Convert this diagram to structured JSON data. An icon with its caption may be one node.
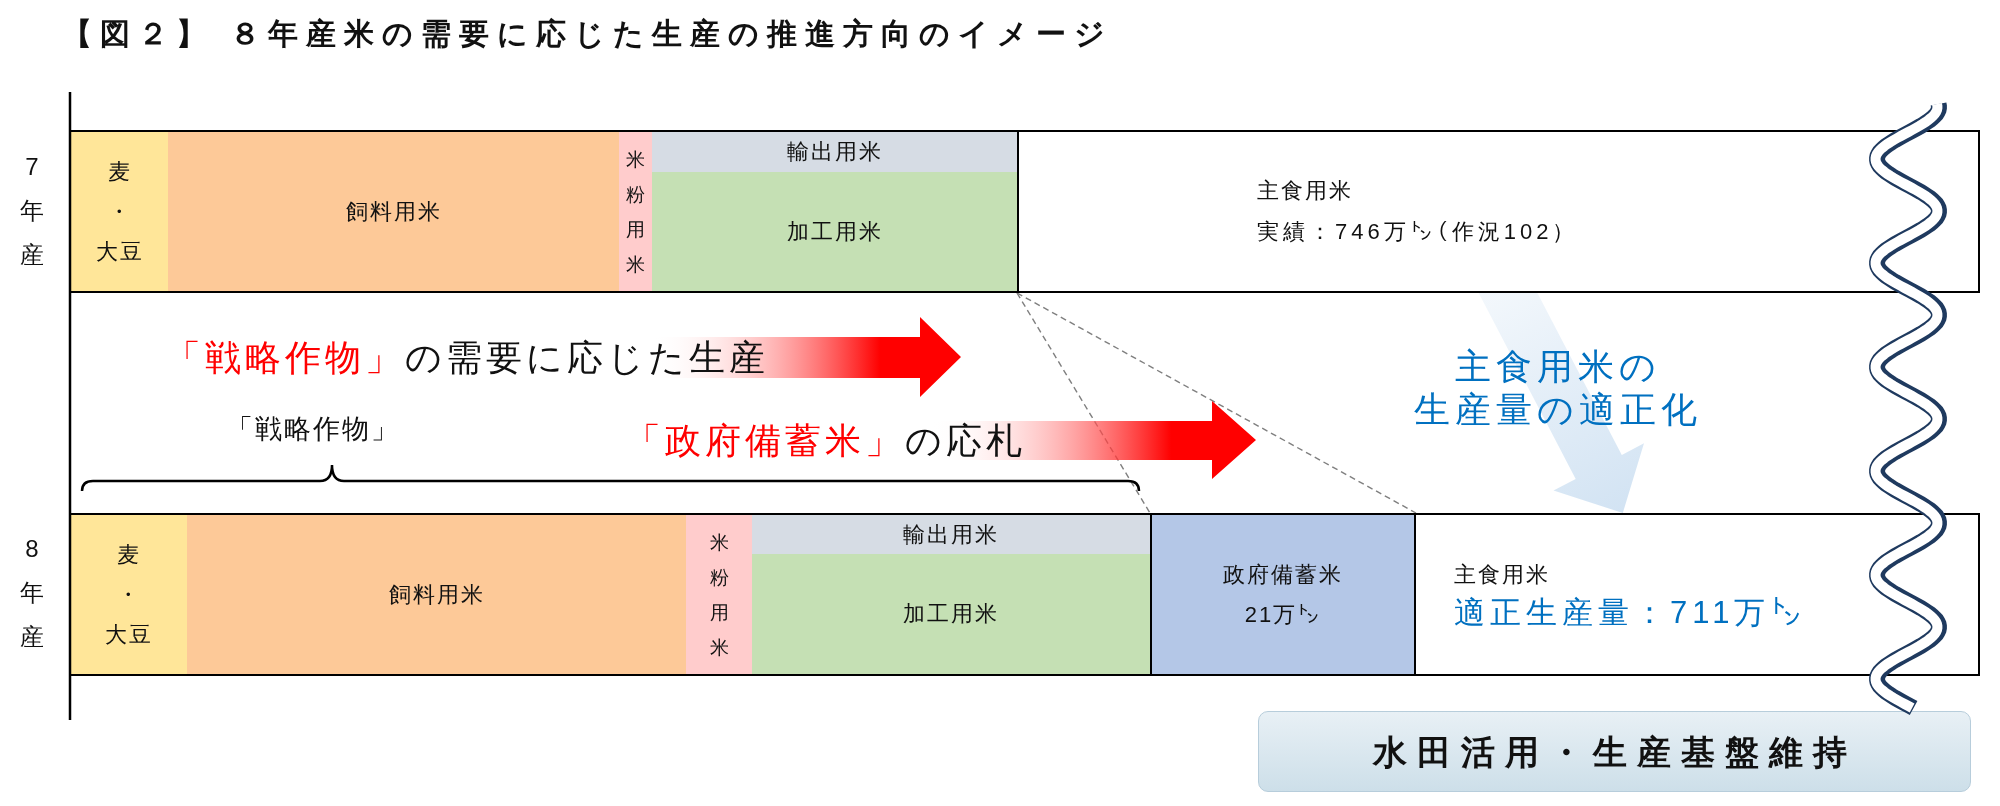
{
  "diagram": {
    "title": "【図２】 ８年産米の需要に応じた生産の推進方向のイメージ",
    "nodes": [
      {
        "text": [],
        "shape": "box",
        "beside": [
          "7年産"
        ]
      },
      {
        "text": [
          "麦・大豆"
        ],
        "in": 0
      },
      {
        "text": [
          "飼料用米"
        ],
        "in": 0
      },
      {
        "text": [
          "米粉用米"
        ],
        "in": 0
      },
      {
        "text": [
          "輸出用米"
        ],
        "in": 0
      },
      {
        "text": [
          "加工用米"
        ],
        "in": 0
      },
      {
        "text": [
          "主食用米",
          "実績：746万㌧（作況102）"
        ],
        "in": 0
      },
      {
        "text": [],
        "shape": "box",
        "beside": [
          "8年産"
        ]
      },
      {
        "text": [
          "麦・大豆"
        ],
        "in": 7
      },
      {
        "text": [
          "飼料用米"
        ],
        "in": 7
      },
      {
        "text": [
          "米粉用米"
        ],
        "in": 7
      },
      {
        "text": [
          "輸出用米"
        ],
        "in": 7
      },
      {
        "text": [
          "加工用米"
        ],
        "in": 7
      },
      {
        "text": [
          "政府備蓄米",
          "21万㌧"
        ],
        "in": 7
      },
      {
        "text": [
          "主食用米",
          "適正生産量：711万㌧"
        ],
        "in": 7
      },
      {
        "text": [
          "水田活用・生産基盤維持"
        ]
      }
    ],
    "edges": [
      {
        "from": 6,
        "to": 13,
        "arrow": "none",
        "style": "dashed"
      },
      {
        "from": 6,
        "to": 13,
        "arrow": "none",
        "style": "dashed"
      },
      {
        "from": 6,
        "to": 14,
        "arrow": "to",
        "style": "thick",
        "color": "#d2e3f3"
      }
    ],
    "labels": [
      "「戦略作物」",
      "の需要に応じた生産",
      "主食用米の生産量の適正化",
      "「戦略作物」",
      "「政府備蓄米」",
      "の応札"
    ]
  }
}
